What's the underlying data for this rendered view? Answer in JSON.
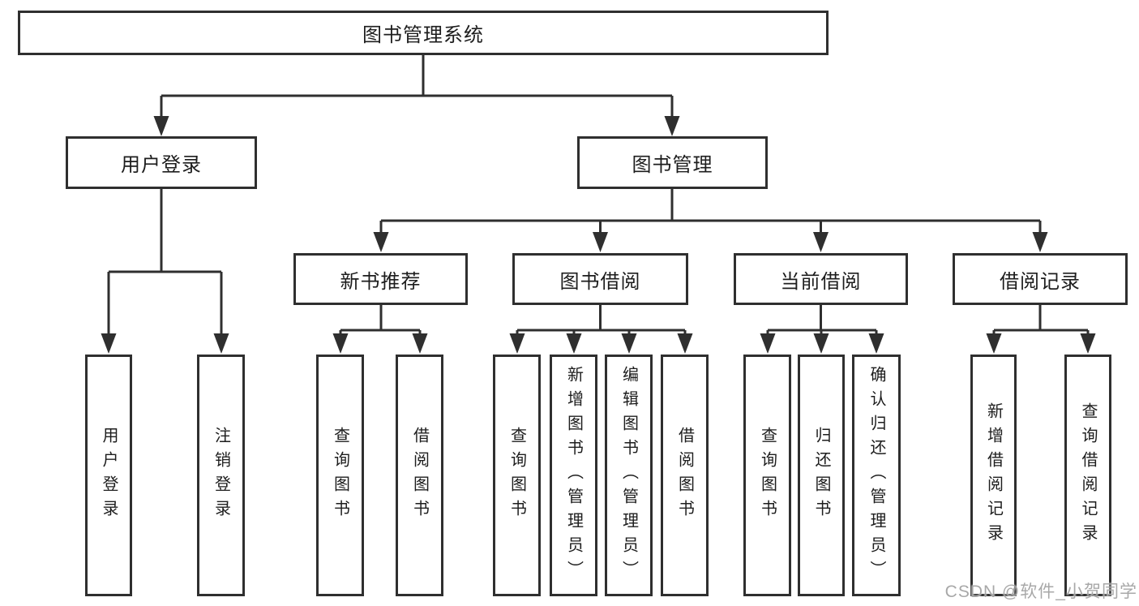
{
  "diagram_title": "图书管理系统",
  "nodes": {
    "root": {
      "id": "library-management-system",
      "label": "图书管理系统"
    },
    "level2": [
      {
        "id": "user-login",
        "label": "用户登录",
        "parent": "library-management-system"
      },
      {
        "id": "book-management",
        "label": "图书管理",
        "parent": "library-management-system"
      }
    ],
    "level3": [
      {
        "id": "new-book-recommendation",
        "label": "新书推荐",
        "parent": "book-management"
      },
      {
        "id": "book-borrowing",
        "label": "图书借阅",
        "parent": "book-management"
      },
      {
        "id": "current-borrowing",
        "label": "当前借阅",
        "parent": "book-management"
      },
      {
        "id": "borrowing-records",
        "label": "借阅记录",
        "parent": "book-management"
      }
    ],
    "leaves": [
      {
        "id": "leaf-user-login",
        "label": "用户登录",
        "parent": "user-login"
      },
      {
        "id": "leaf-logout",
        "label": "注销登录",
        "parent": "user-login"
      },
      {
        "id": "leaf-query-books-recommend",
        "label": "查询图书",
        "parent": "new-book-recommendation"
      },
      {
        "id": "leaf-borrow-books-recommend",
        "label": "借阅图书",
        "parent": "new-book-recommendation"
      },
      {
        "id": "leaf-query-books-borrowing",
        "label": "查询图书",
        "parent": "book-borrowing"
      },
      {
        "id": "leaf-add-books-admin",
        "label": "新增图书（管理员）",
        "parent": "book-borrowing"
      },
      {
        "id": "leaf-edit-books-admin",
        "label": "编辑图书（管理员）",
        "parent": "book-borrowing"
      },
      {
        "id": "leaf-borrow-books-borrowing",
        "label": "借阅图书",
        "parent": "book-borrowing"
      },
      {
        "id": "leaf-query-books-current",
        "label": "查询图书",
        "parent": "current-borrowing"
      },
      {
        "id": "leaf-return-books",
        "label": "归还图书",
        "parent": "current-borrowing"
      },
      {
        "id": "leaf-confirm-return-admin",
        "label": "确认归还（管理员）",
        "parent": "current-borrowing"
      },
      {
        "id": "leaf-add-borrow-record",
        "label": "新增借阅记录",
        "parent": "borrowing-records"
      },
      {
        "id": "leaf-query-borrow-record",
        "label": "查询借阅记录",
        "parent": "borrowing-records"
      }
    ]
  },
  "watermark": "CSDN @软件_小贺同学",
  "colors": {
    "line": "#2f2f2f",
    "box_border": "#2f2f2f",
    "text": "#1d1d1d",
    "watermark": "#9e9e9e",
    "background": "#ffffff"
  }
}
